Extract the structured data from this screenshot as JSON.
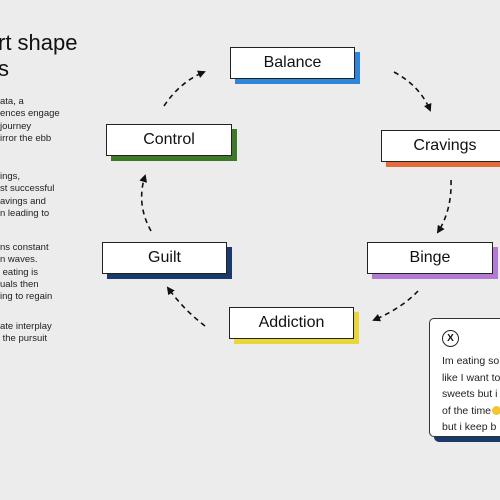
{
  "left_column": {
    "title": "rt shape\ns",
    "paragraphs": [
      "ata, a\nences engage\njourney\nirror the ebb",
      "ings,\nst successful\navings and\nn leading to",
      "ns constant\nn waves.\n eating is\nuals then\ning to regain",
      "ate interplay\n the pursuit"
    ]
  },
  "cycle": {
    "nodes": [
      {
        "label": "Balance",
        "color": "#2f86d9"
      },
      {
        "label": "Cravings",
        "color": "#e46c3b"
      },
      {
        "label": "Binge",
        "color": "#b37ad3"
      },
      {
        "label": "Addiction",
        "color": "#e9d638"
      },
      {
        "label": "Guilt",
        "color": "#1a3a6b"
      },
      {
        "label": "Control",
        "color": "#3c7a2a"
      }
    ]
  },
  "post_card": {
    "icon": "x-logo-icon",
    "icon_glyph": "X",
    "lines": [
      "Im eating so",
      "like I want to",
      "sweets but i",
      "of the time",
      "but i keep b"
    ],
    "emoji": "smiling-face-icon",
    "shadow_color": "#1a3a6b"
  }
}
